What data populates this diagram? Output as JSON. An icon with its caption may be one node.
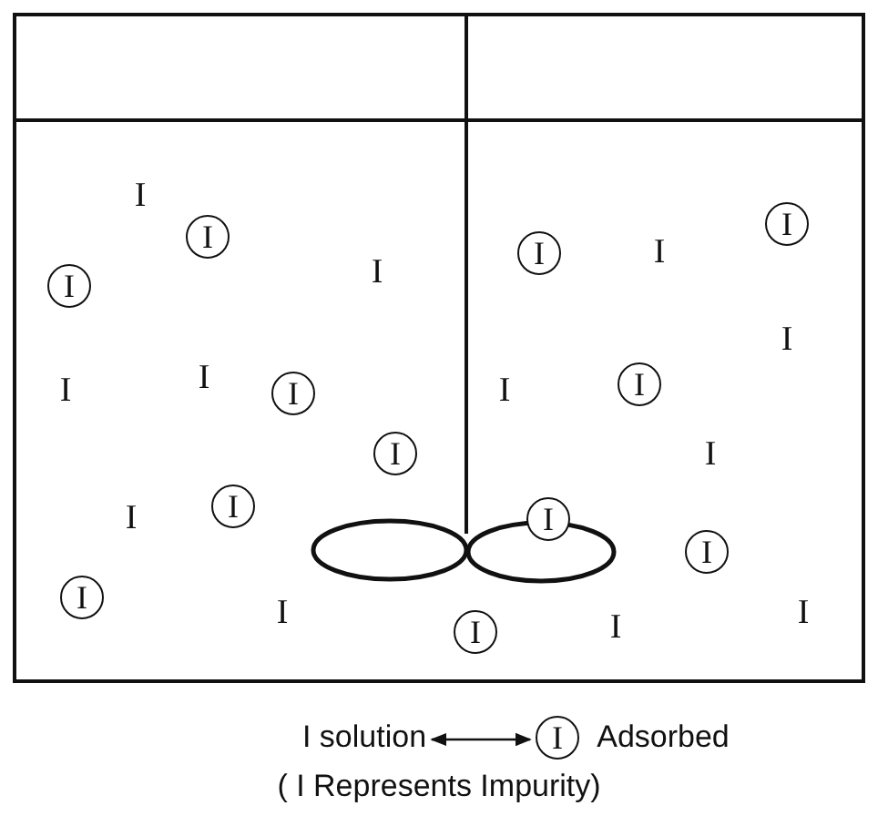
{
  "diagram": {
    "caption": "( I Represents Impurity)",
    "nodes": [
      {
        "text": [
          "I"
        ]
      },
      {
        "text": [
          "I"
        ]
      },
      {
        "text": [
          "I"
        ]
      },
      {
        "text": [
          "I"
        ]
      },
      {
        "text": [
          "I"
        ]
      },
      {
        "text": [
          "I"
        ]
      },
      {
        "text": [
          "I"
        ]
      },
      {
        "text": [
          "I"
        ]
      },
      {
        "text": [
          "I"
        ]
      },
      {
        "text": [
          "I"
        ]
      },
      {
        "text": [
          "I"
        ]
      },
      {
        "text": [
          "I"
        ]
      },
      {
        "text": [
          "I solution"
        ]
      },
      {
        "text": [
          "I"
        ]
      }
    ],
    "edges": [
      {
        "from": 12,
        "to": 13,
        "arrow": "both"
      }
    ],
    "labels": [
      "I",
      "I",
      "I",
      "I",
      "I",
      "I",
      "I",
      "I",
      "I",
      "I",
      "I",
      "I",
      "Adsorbed"
    ]
  }
}
